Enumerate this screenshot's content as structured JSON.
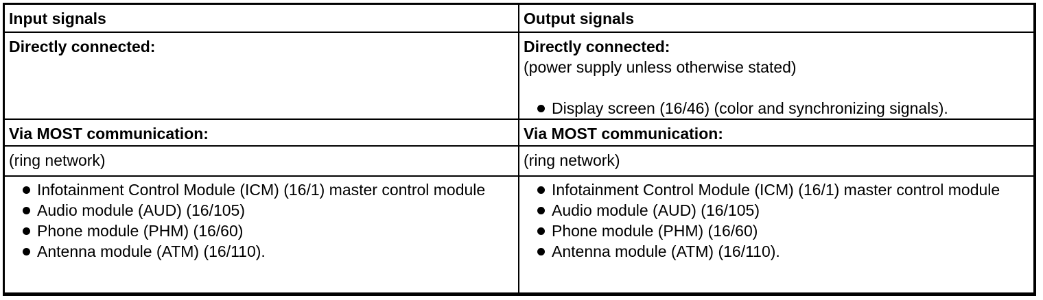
{
  "colors": {
    "page_background": "#ffffff",
    "border": "#000000",
    "text": "#000000"
  },
  "table": {
    "input_header": "Input signals",
    "output_header": "Output signals",
    "direct_row": {
      "input_title": "Directly connected:",
      "output_title": "Directly connected:",
      "output_note": "(power supply unless otherwise stated)",
      "output_items": [
        "Display screen (16/46) (color and synchronizing signals)."
      ]
    },
    "most_title_row": {
      "input_title": "Via MOST communication:",
      "output_title": "Via MOST communication:"
    },
    "ring_row": {
      "input_note": "(ring network)",
      "output_note": "(ring network)"
    },
    "most_items_row": {
      "input_items": [
        "Infotainment Control Module (ICM) (16/1) master control module",
        "Audio module (AUD) (16/105)",
        "Phone module (PHM) (16/60)",
        "Antenna module (ATM) (16/110)."
      ],
      "output_items": [
        "Infotainment Control Module (ICM) (16/1) master control module",
        "Audio module (AUD) (16/105)",
        "Phone module (PHM) (16/60)",
        "Antenna module (ATM) (16/110)."
      ]
    }
  }
}
